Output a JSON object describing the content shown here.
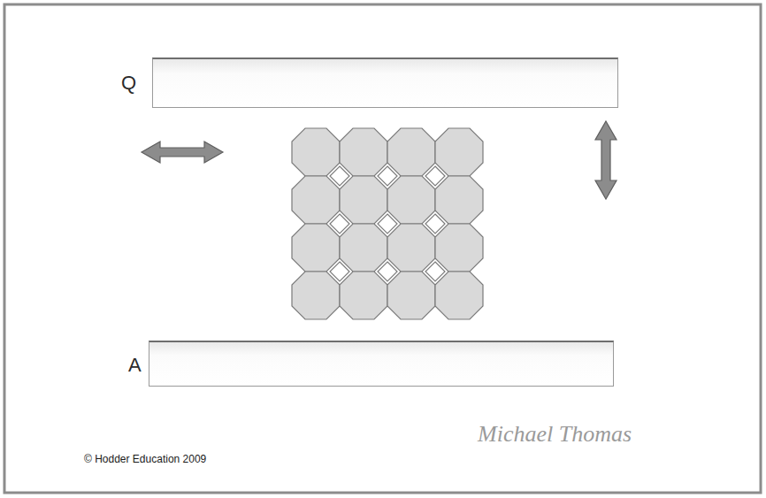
{
  "diagram": {
    "nodes": [
      {
        "text": [
          "Q"
        ]
      },
      {
        "text": [
          "A"
        ]
      }
    ],
    "labels": [
      "© Hodder Education 2009",
      "Michael Thomas"
    ]
  }
}
